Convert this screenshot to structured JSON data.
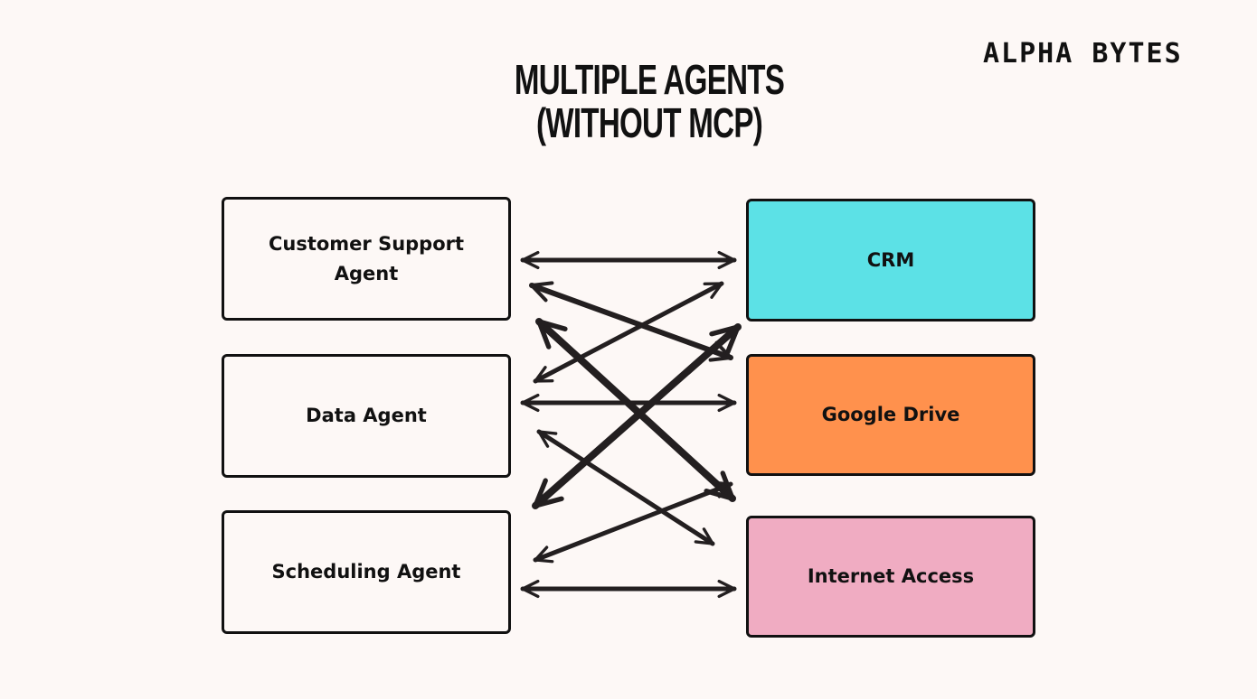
{
  "brand": "ALPHA BYTES",
  "title": {
    "line1": "MULTIPLE AGENTS",
    "line2": "(WITHOUT MCP)"
  },
  "agents": [
    {
      "label": "Customer Support Agent"
    },
    {
      "label": "Data Agent"
    },
    {
      "label": "Scheduling Agent"
    }
  ],
  "services": [
    {
      "label": "CRM",
      "color": "#5ce1e6"
    },
    {
      "label": "Google Drive",
      "color": "#ff914d"
    },
    {
      "label": "Internet Access",
      "color": "#f0acc2"
    }
  ],
  "connections": [
    {
      "from": "Customer Support Agent",
      "to": "CRM"
    },
    {
      "from": "Customer Support Agent",
      "to": "Google Drive"
    },
    {
      "from": "Customer Support Agent",
      "to": "Internet Access"
    },
    {
      "from": "Data Agent",
      "to": "CRM"
    },
    {
      "from": "Data Agent",
      "to": "Google Drive"
    },
    {
      "from": "Data Agent",
      "to": "Internet Access"
    },
    {
      "from": "Scheduling Agent",
      "to": "CRM"
    },
    {
      "from": "Scheduling Agent",
      "to": "Google Drive"
    },
    {
      "from": "Scheduling Agent",
      "to": "Internet Access"
    }
  ],
  "colors": {
    "background": "#fdf8f6",
    "stroke": "#111111",
    "arrow": "#231f20"
  }
}
